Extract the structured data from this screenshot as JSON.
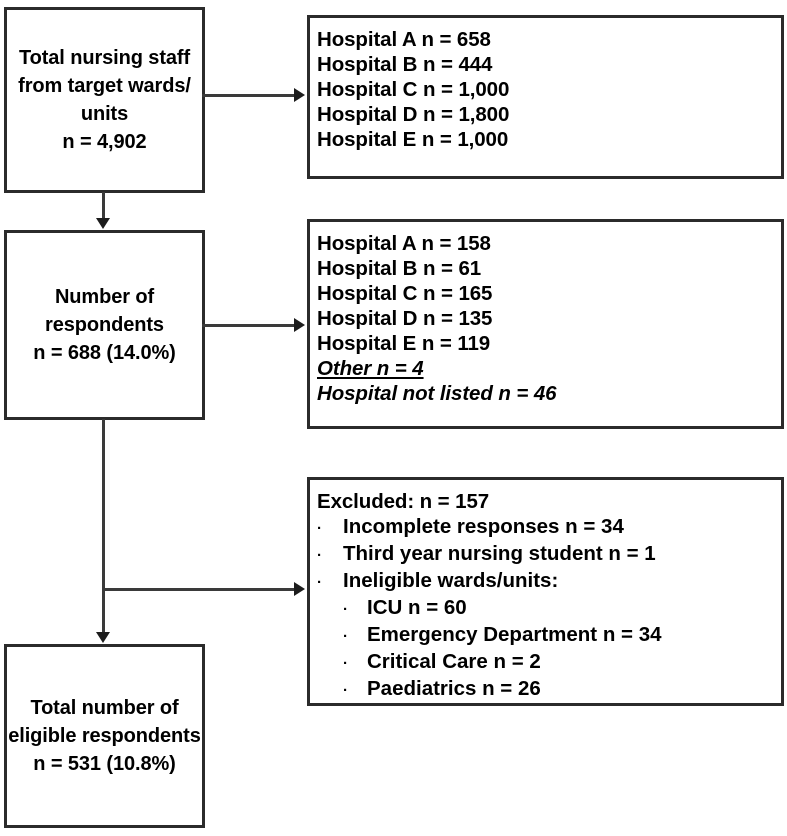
{
  "boxes": {
    "total_staff": {
      "lines": [
        "Total nursing staff",
        "from target wards/",
        "units",
        "n = 4,902"
      ]
    },
    "respondents": {
      "lines": [
        "Number of",
        "respondents",
        "n = 688 (14.0%)"
      ]
    },
    "eligible": {
      "lines": [
        "Total number of",
        "eligible respondents",
        "n = 531 (10.8%)"
      ]
    },
    "hospital_invited": {
      "lines": [
        "Hospital A n = 658",
        "Hospital B n = 444",
        "Hospital C n = 1,000",
        "Hospital D n = 1,800",
        "Hospital E n = 1,000"
      ]
    },
    "hospital_respondents": {
      "lines": [
        "Hospital A n = 158",
        "Hospital B n = 61",
        "Hospital C n = 165",
        "Hospital D n = 135",
        "Hospital E n = 119"
      ],
      "other": "Other n = 4",
      "not_listed": "Hospital not listed n = 46"
    },
    "excluded": {
      "heading": "Excluded: n = 157",
      "bullet_glyph": "·",
      "items": [
        "Incomplete responses n = 34",
        "Third year nursing student n = 1",
        "Ineligible wards/units:"
      ],
      "sub_items": [
        "ICU n = 60",
        "Emergency Department n = 34",
        "Critical Care n = 2",
        "Paediatrics n = 26"
      ]
    }
  },
  "chart_data": {
    "type": "table",
    "title": "Participant flow diagram",
    "nodes": [
      {
        "id": "total_staff",
        "label": "Total nursing staff from target wards/units",
        "n": 4902
      },
      {
        "id": "respondents",
        "label": "Number of respondents",
        "n": 688,
        "percent": 14.0
      },
      {
        "id": "excluded",
        "label": "Excluded",
        "n": 157
      },
      {
        "id": "eligible",
        "label": "Total number of eligible respondents",
        "n": 531,
        "percent": 10.8
      }
    ],
    "invited_by_hospital": {
      "categories": [
        "Hospital A",
        "Hospital B",
        "Hospital C",
        "Hospital D",
        "Hospital E"
      ],
      "values": [
        658,
        444,
        1000,
        1800,
        1000
      ]
    },
    "respondents_by_hospital": {
      "categories": [
        "Hospital A",
        "Hospital B",
        "Hospital C",
        "Hospital D",
        "Hospital E",
        "Other",
        "Hospital not listed"
      ],
      "values": [
        158,
        61,
        165,
        135,
        119,
        4,
        46
      ]
    },
    "exclusions": {
      "categories": [
        "Incomplete responses",
        "Third year nursing student",
        "ICU",
        "Emergency Department",
        "Critical Care",
        "Paediatrics"
      ],
      "values": [
        34,
        1,
        60,
        34,
        2,
        26
      ],
      "total": 157
    }
  },
  "colors": {
    "box_border": "#2b2b2b",
    "connector": "#3a3a3a",
    "text": "#000000",
    "background": "#ffffff"
  }
}
